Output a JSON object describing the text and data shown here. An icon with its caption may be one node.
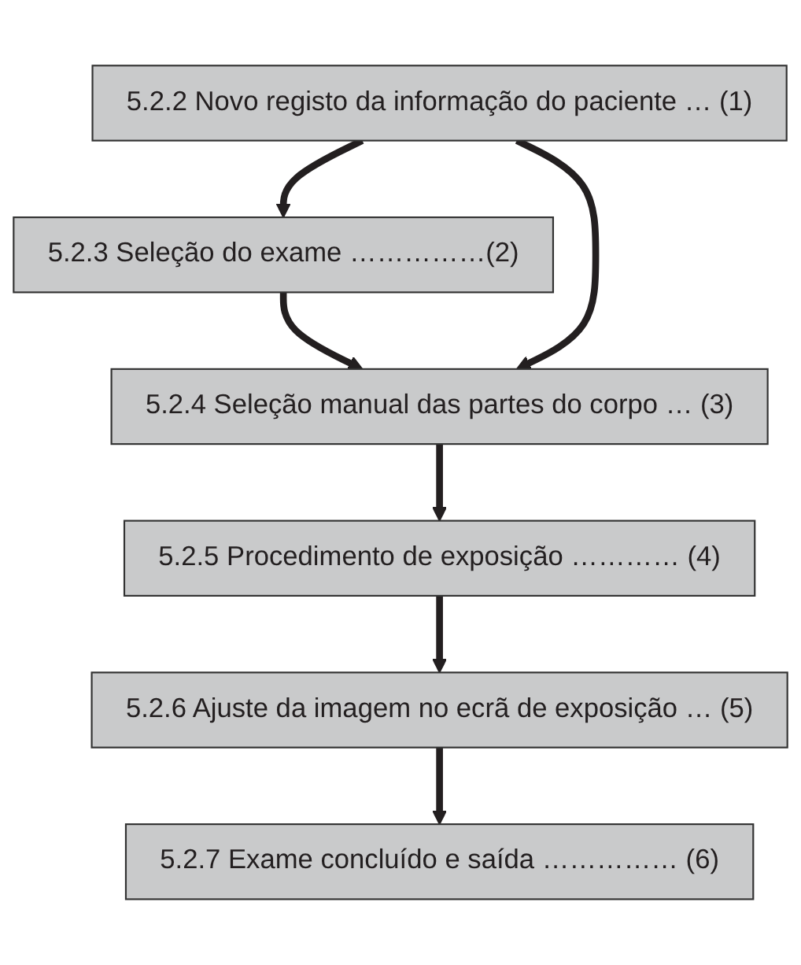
{
  "diagram": {
    "nodes": [
      {
        "text": [
          "5.2.2 Novo registo da informação do paciente … (1)"
        ]
      },
      {
        "text": [
          "5.2.3 Seleção do exame ……………(2)"
        ]
      },
      {
        "text": [
          "5.2.4 Seleção manual das partes do corpo … (3)"
        ]
      },
      {
        "text": [
          "5.2.5 Procedimento de exposição ………… (4)"
        ]
      },
      {
        "text": [
          "5.2.6 Ajuste da imagem no ecrã de exposição … (5)"
        ]
      },
      {
        "text": [
          "5.2.7 Exame concluído e saída …………… (6)"
        ]
      }
    ],
    "edges": [
      {
        "from": 0,
        "to": 1,
        "arrow": "to"
      },
      {
        "from": 1,
        "to": 2,
        "arrow": "to"
      },
      {
        "from": 0,
        "to": 2,
        "arrow": "to"
      },
      {
        "from": 2,
        "to": 3,
        "arrow": "to"
      },
      {
        "from": 3,
        "to": 4,
        "arrow": "to"
      },
      {
        "from": 4,
        "to": 5,
        "arrow": "to"
      }
    ]
  }
}
